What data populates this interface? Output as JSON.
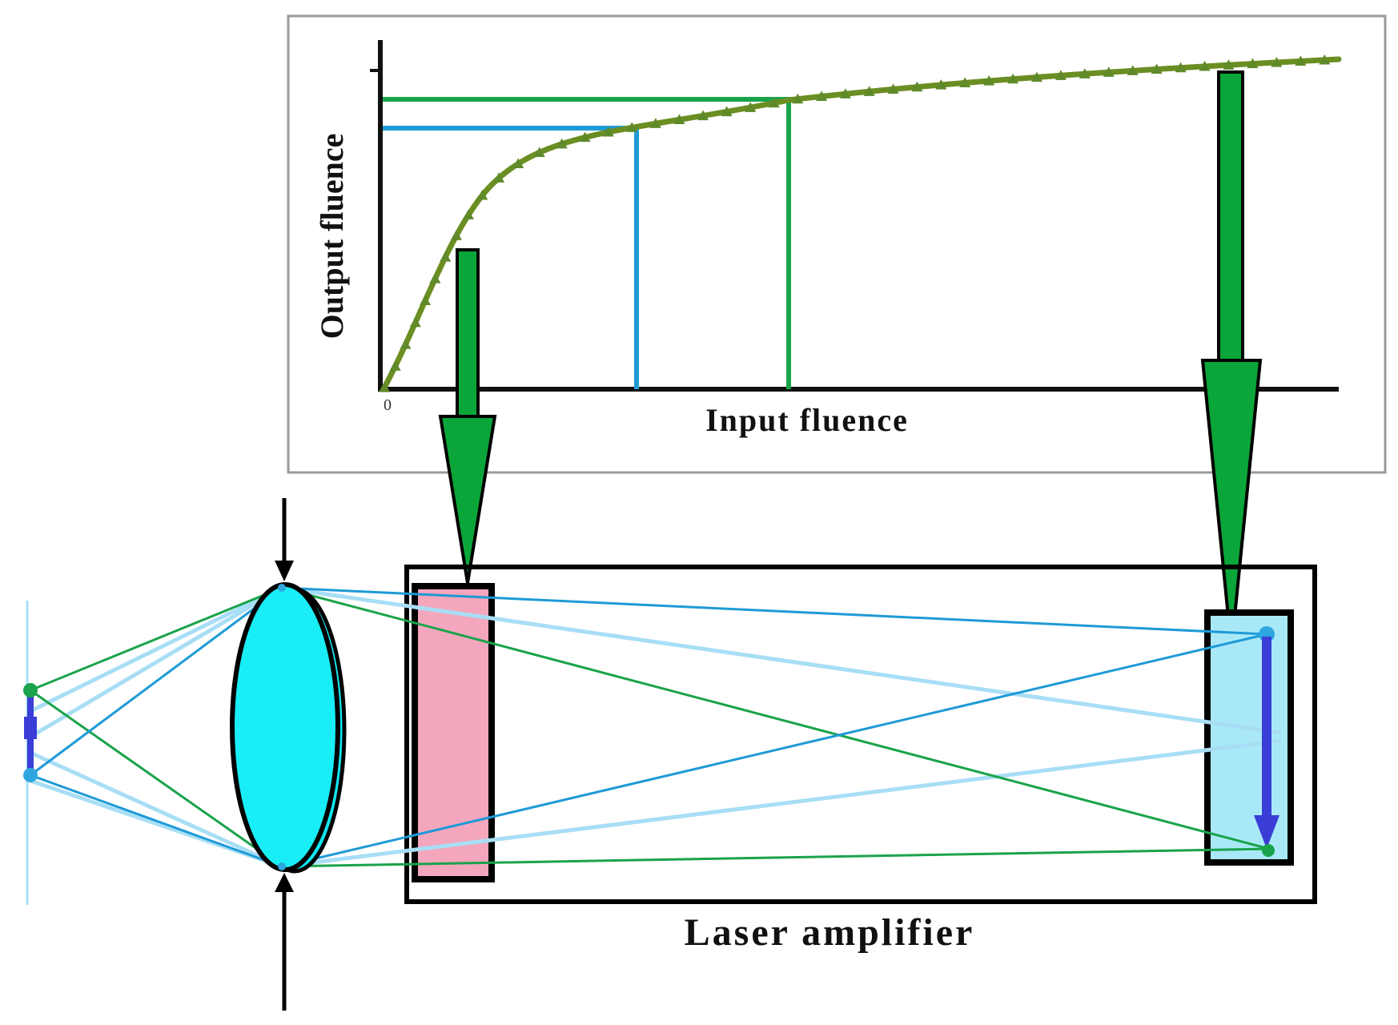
{
  "chart": {
    "ylabel": "Output fluence",
    "xlabel": "Input fluence",
    "origin_label": "0"
  },
  "amplifier": {
    "label": "Laser amplifier"
  },
  "colors": {
    "curve": "#6b8e23",
    "curve_marker": "#5f8a2a",
    "green_ray": "#1aa34a",
    "blue_ray": "#1e9ad6",
    "light_blue_ray": "#a8def5",
    "big_arrow": "#0aa63a",
    "lens": "#10e6f0",
    "input_crystal": "#f4a6bd",
    "output_crystal": "#a9e9f7",
    "object_arrow": "#3a3ed6",
    "frame": "#000000"
  },
  "chart_data": {
    "type": "line",
    "title": "",
    "xlabel": "Input fluence",
    "ylabel": "Output fluence",
    "series": [
      {
        "name": "",
        "x": [
          0,
          0.05,
          0.1,
          0.15,
          0.2,
          0.3,
          0.4,
          0.5,
          0.6,
          0.8,
          1.0
        ],
        "y": [
          0,
          0.45,
          0.62,
          0.7,
          0.75,
          0.81,
          0.85,
          0.88,
          0.91,
          0.95,
          0.98
        ]
      }
    ],
    "marked_points": [
      {
        "x": 0.26,
        "y": 0.77,
        "color": "blue"
      },
      {
        "x": 0.42,
        "y": 0.86,
        "color": "green"
      }
    ],
    "grid": false
  }
}
